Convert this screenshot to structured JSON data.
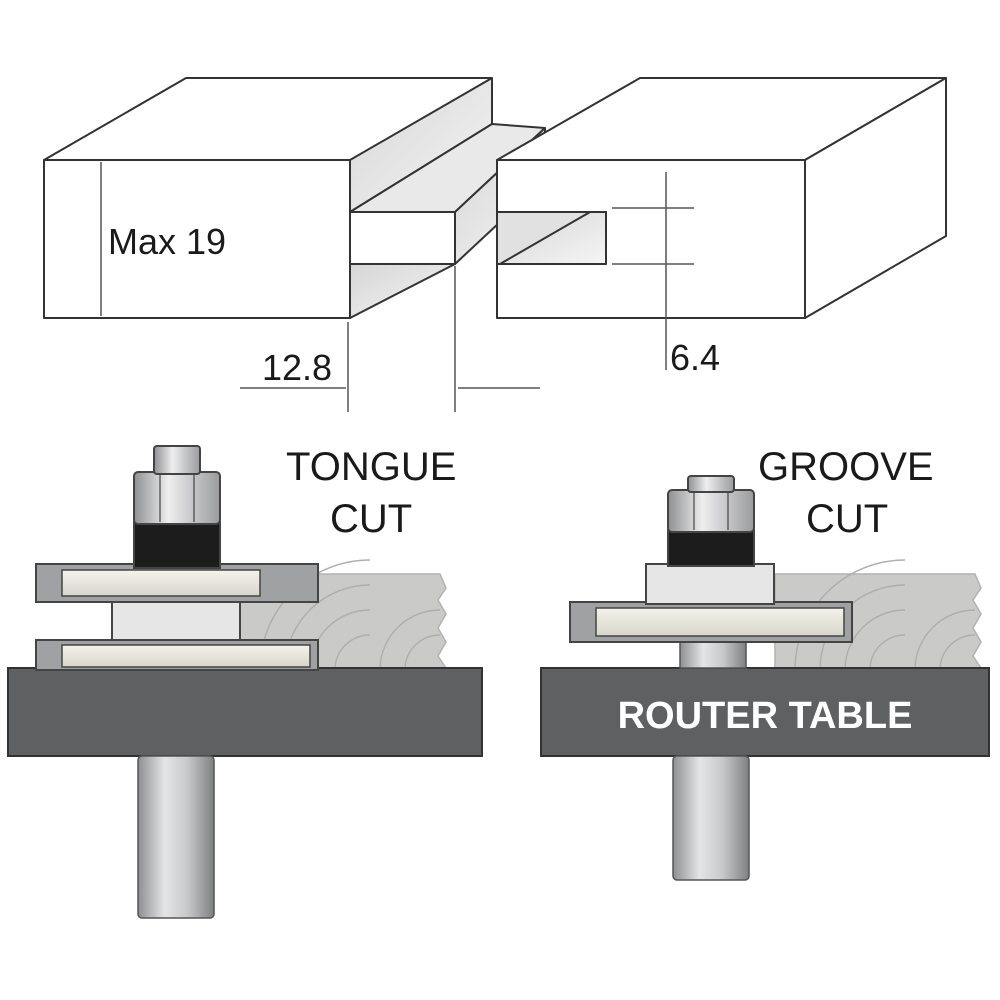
{
  "labels": {
    "max_thickness": "Max 19",
    "tongue_length": "12.8",
    "groove_width": "6.4",
    "tongue_cut_line1": "TONGUE",
    "tongue_cut_line2": "CUT",
    "groove_cut_line1": "GROOVE",
    "groove_cut_line2": "CUT",
    "router_table": "ROUTER TABLE"
  },
  "colors": {
    "outline": "#333333",
    "board_face": "#ffffff",
    "board_shadow": "#e3e3e3",
    "table": "#5f6062",
    "cutter": "#e8e6dc",
    "cutter_tip": "#a0a1a3",
    "shaft": "#b4b5b7",
    "nut": "#c4c5c7",
    "spacer_dark": "#1c1c1c",
    "wood": "#c9c9c7",
    "wood_grain": "#aaaaa8"
  }
}
